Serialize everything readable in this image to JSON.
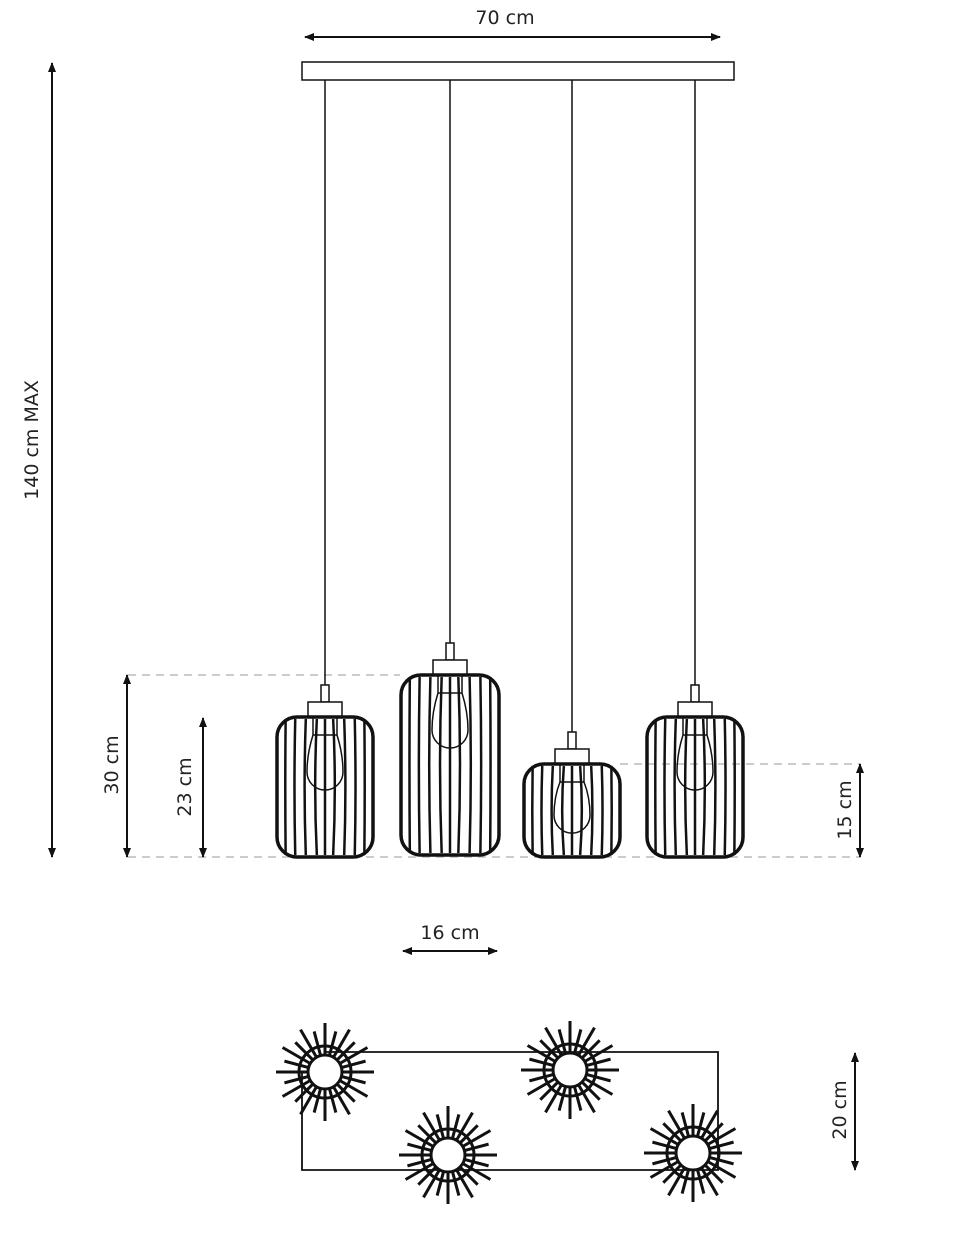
{
  "dimensions": {
    "width": "70 cm",
    "max_height": "140 cm MAX",
    "tall_lamp_height": "30 cm",
    "medium_lamp_height": "23 cm",
    "short_lamp_height": "15 cm",
    "lamp_diameter": "16 cm",
    "canopy_depth": "20 cm"
  },
  "colors": {
    "line": "#111111",
    "dash": "#bbbbbb"
  }
}
